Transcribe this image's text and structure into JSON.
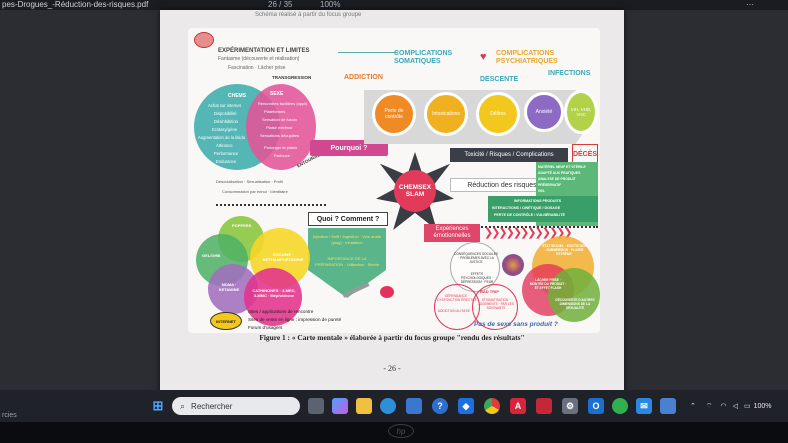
{
  "window": {
    "title": "pes-Drogues_-Réduction-des-risques.pdf",
    "page_indicator": "26 / 35",
    "zoom": "100%",
    "menu_dots": "⋯"
  },
  "page": {
    "cut_title": "Schéma réalisé à partir du focus groupe",
    "caption": "Figure 1 : « Carte mentale » élaborée à partir du focus groupe \"rendu des résultats\"",
    "page_number": "- 26 -"
  },
  "mindmap": {
    "experimentation_title": "EXPÉRIMENTATION ET LIMITES",
    "experimentation_sub1": "Fantasme (découverte et réalisation)",
    "experimentation_sub2": "Fascination · Lâcher prise",
    "transgression": "TRANSGRESSION",
    "chems_title": "CHEMS",
    "chems_items": [
      "Achat sur internet",
      "Disponibilité",
      "Désinhibition",
      "Ecstasy/gène",
      "Augmentation de la libido",
      "Attirance",
      "Performance",
      "Endurance"
    ],
    "sexe_title": "SEXE",
    "sexe_items": [
      "Rencontres facilitées (appli)",
      "Plateformes",
      "Sensation de fusion",
      "Plaisir extrême",
      "Sensations décuplées",
      "Prolonger le plaisir",
      "Partouze"
    ],
    "entourage": "ENTOURAGE",
    "desocialisation": "Désocialisation · Sexualisation · Profil",
    "consommation": "Consommation par ennui · Identitaire",
    "pourquoi": "Pourquoi ?",
    "addiction": "ADDICTION",
    "complications_somatiques": "COMPLICATIONS SOMATIQUES",
    "complications_psychiatriques": "COMPLICATIONS PSYCHIATRIQUES",
    "descente": "DESCENTE",
    "infections": "INFECTIONS",
    "circles": [
      "Perte de contrôle",
      "Intoxications",
      "Délires",
      "Anxiété",
      "VIH, VHB, VHC"
    ],
    "toxicite": "Toxicité / Risques / Complications",
    "deces": "DÉCÈS",
    "center": "CHEMSEX SLAM",
    "reduction": "Réduction des risques",
    "rdr_items": [
      "MATÉRIEL NEUF ET STÉRILE",
      "ADAPTÉ AUX PRATIQUES",
      "ANALYSE DE PRODUIT",
      "PRÉSERVATIF",
      "GEL",
      "INFORMATIONS PRODUITS",
      "INTERACTIONS / CINÉTIQUE / DOSAGE",
      "PERTE DE CONTRÔLE / VULNÉRABILITÉ"
    ],
    "quoi_comment": "Quoi ? Comment ?",
    "injection": "Injection / Sniff / Ingestion · Voie anale (plug) · Inhalation",
    "prepa": "IMPORTANCE DE LA PRÉPARATION · Utilisation · Stérile",
    "experiences": "Expériences émotionnelles",
    "consequences": "CONSÉQUENCES SOCIALES · PROBLÈMES AVEC LA JUSTICE",
    "effets_psy": "EFFETS PSYCHOLOGIQUES · DÉPRESSION · PEUR",
    "dependance": "DÉPENDANCE · DYSFONCTION ÉRECTILE",
    "addiction_sexe": "ADDICTION AU SEXE",
    "bad_trip": "BAD TRIP",
    "stigmatisation": "STIGMATISATION · JUGEMENTS · PAR LES SOIGNANTS",
    "etat_sexuel": "ÉTAT SEXUEL · EXCITATION · SUBMERSION · PLAISIR EXTRÊME",
    "lacher_prise": "LÂCHER PRISE · MONTÉE DU PRODUIT · ET EFFET FLASH",
    "decouverte": "DÉCOUVERTE D'AUTRES DIMENSIONS DE LA SEXUALITÉ",
    "pas_de_sexe": "Pas de sexe sans produit ?",
    "poppers": "POPPERS",
    "gel_ghb": "GEL/GHB",
    "cocaine": "COCAINE · METHAMPHÉTAMINE",
    "mdma": "MDMA · KETAMINE",
    "cathinones": "CATHINONES · 4-MEC, 3-MMC · Méphédrone",
    "internet": "INTERNET",
    "internet_items": [
      "Sites / applications de rencontre",
      "Sites de vente en ligne : impression de pureté",
      "Forum d'usagers"
    ]
  },
  "taskbar": {
    "search_placeholder": "Rechercher",
    "search_icon": "search-icon",
    "battery": "100%",
    "icons": [
      "windows-icon",
      "widgets-icon",
      "copilot-icon",
      "file-explorer-icon",
      "edge-icon",
      "store-icon",
      "help-icon",
      "dropbox-icon",
      "chrome-icon",
      "acrobat-icon",
      "pdf-icon",
      "settings-icon",
      "outlook-icon",
      "whatsapp-icon",
      "mail-icon",
      "calendar-icon"
    ]
  },
  "bottom_left": "rcies"
}
